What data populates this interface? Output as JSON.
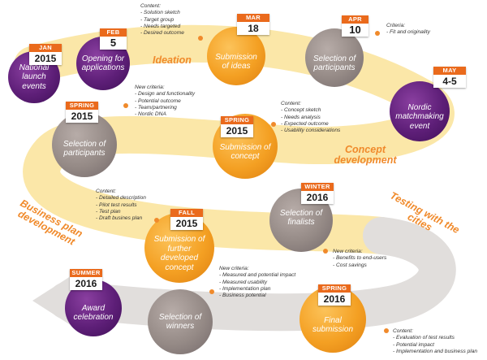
{
  "colors": {
    "orange": "#f4a023",
    "purple": "#5e1f78",
    "taupe": "#958a86",
    "road": "#fbe7a8",
    "accent": "#ea6a1c"
  },
  "phases": {
    "ideation": "Ideation",
    "concept": "Concept development",
    "testing": "Testing with the cities",
    "business": "Business plan development"
  },
  "stages": {
    "launch": {
      "label": "National launch events",
      "cal_top": "JAN",
      "cal_num": "2015"
    },
    "opening": {
      "label": "Opening for applications",
      "cal_top": "FEB",
      "cal_num": "5"
    },
    "ideas": {
      "label": "Submission of ideas",
      "cal_top": "MAR",
      "cal_num": "18"
    },
    "sel1": {
      "label": "Selection of participants",
      "cal_top": "APR",
      "cal_num": "10"
    },
    "nordic": {
      "label": "Nordic matchmaking event",
      "cal_top": "MAY",
      "cal_num": "4-5"
    },
    "sel2": {
      "label": "Selection of participants",
      "cal_top": "SPRING",
      "cal_num": "2015"
    },
    "concept": {
      "label": "Submission of concept",
      "cal_top": "SPRING",
      "cal_num": "2015"
    },
    "finalists": {
      "label": "Selection of finalists",
      "cal_top": "WINTER",
      "cal_num": "2016"
    },
    "further": {
      "label": "Submission of further developed concept",
      "cal_top": "FALL",
      "cal_num": "2015"
    },
    "award": {
      "label": "Award celebration",
      "cal_top": "SUMMER",
      "cal_num": "2016"
    },
    "winners": {
      "label": "Selection of winners"
    },
    "final": {
      "label": "Final submission",
      "cal_top": "SPRING",
      "cal_num": "2016"
    }
  },
  "notes": {
    "ideas": {
      "head": "Content:",
      "items": [
        "Solution sketch",
        "Target group",
        "Needs targeted",
        "Desired outcome"
      ]
    },
    "sel1": {
      "head": "Criteria:",
      "items": [
        "Fit and originality"
      ]
    },
    "sel2": {
      "head": "New criteria:",
      "items": [
        "Design and functionality",
        "Potential outcome",
        "Team/partnering",
        "Nordic DNA"
      ]
    },
    "concept": {
      "head": "Content:",
      "items": [
        "Concept sketch",
        "Needs analysis",
        "Expected outcome",
        "Usability considerations"
      ]
    },
    "further": {
      "head": "Content:",
      "items": [
        "Detailed description",
        "Pilot test results",
        "Test plan",
        "Draft busines plan"
      ]
    },
    "finalists": {
      "head": "New criteria:",
      "items": [
        "Benefits to end-users",
        "Cost savings"
      ]
    },
    "winners": {
      "head": "New criteria:",
      "items": [
        "Measured and potential impact",
        "Measured usability",
        "Implementation plan",
        "Business potential"
      ]
    },
    "final": {
      "head": "Content:",
      "items": [
        "Evaluation of test results",
        "Potential impact",
        "Implementation and business plan"
      ]
    }
  }
}
